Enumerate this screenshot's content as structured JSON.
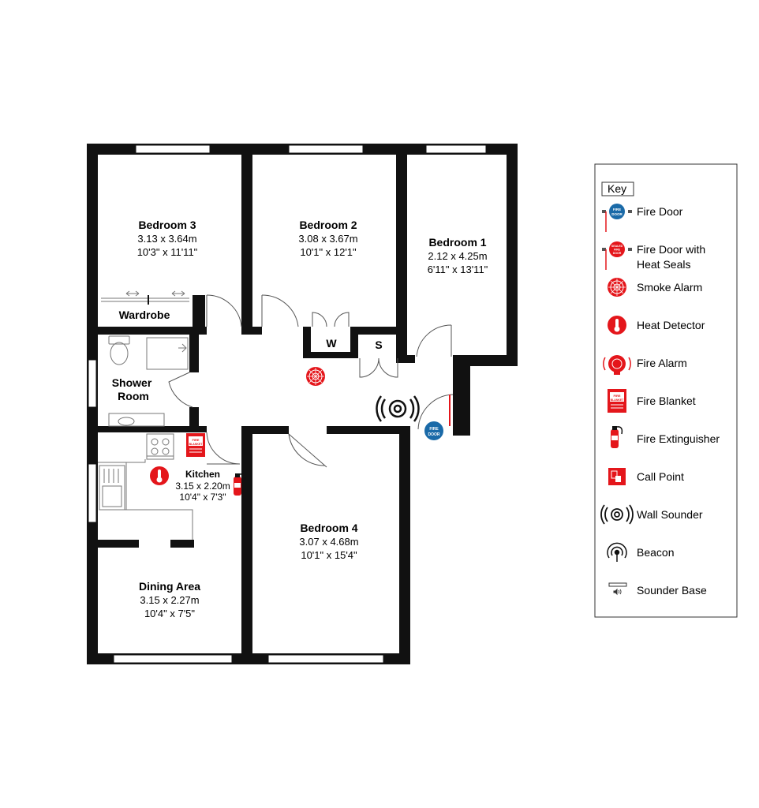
{
  "rooms": {
    "bedroom3": {
      "name": "Bedroom 3",
      "metric": "3.13 x 3.64m",
      "imperial": "10'3\" x 11'11\""
    },
    "bedroom2": {
      "name": "Bedroom 2",
      "metric": "3.08 x 3.67m",
      "imperial": "10'1\" x 12'1\""
    },
    "bedroom1": {
      "name": "Bedroom 1",
      "metric": "2.12 x 4.25m",
      "imperial": "6'11\" x 13'11\""
    },
    "bedroom4": {
      "name": "Bedroom 4",
      "metric": "3.07 x 4.68m",
      "imperial": "10'1\" x 15'4\""
    },
    "kitchen": {
      "name": "Kitchen",
      "metric": "3.15 x 2.20m",
      "imperial": "10'4\" x 7'3\""
    },
    "dining": {
      "name": "Dining Area",
      "metric": "3.15 x 2.27m",
      "imperial": "10'4\" x 7'5\""
    },
    "wardrobe": {
      "name": "Wardrobe"
    },
    "shower_line1": "Shower",
    "shower_line2": "Room",
    "cupboard_w": "W",
    "cupboard_s": "S"
  },
  "symbols": {
    "fire_door_text_1": "FIRE",
    "fire_door_text_2": "DOOR",
    "fire_blanket_text_1": "FIRE",
    "fire_blanket_text_2": "BLANKET"
  },
  "key": {
    "title": "Key",
    "items": [
      {
        "icon": "fire-door-icon",
        "label": "Fire Door"
      },
      {
        "icon": "fire-door-heat-seals-icon",
        "label": "Fire Door with",
        "label2": "Heat Seals"
      },
      {
        "icon": "smoke-alarm-icon",
        "label": "Smoke Alarm"
      },
      {
        "icon": "heat-detector-icon",
        "label": "Heat Detector"
      },
      {
        "icon": "fire-alarm-icon",
        "label": "Fire Alarm"
      },
      {
        "icon": "fire-blanket-icon",
        "label": "Fire Blanket"
      },
      {
        "icon": "fire-extinguisher-icon",
        "label": "Fire Extinguisher"
      },
      {
        "icon": "call-point-icon",
        "label": "Call Point"
      },
      {
        "icon": "wall-sounder-icon",
        "label": "Wall Sounder"
      },
      {
        "icon": "beacon-icon",
        "label": "Beacon"
      },
      {
        "icon": "sounder-base-icon",
        "label": "Sounder Base"
      }
    ],
    "heat_seals_icon_text_1": "SEALED",
    "heat_seals_icon_text_2": "FIRE",
    "heat_seals_icon_text_3": "DOOR"
  },
  "colors": {
    "wall": "#111111",
    "fire_red": "#e4161b",
    "fire_blue": "#1a6aa8",
    "fixture": "#555555"
  }
}
